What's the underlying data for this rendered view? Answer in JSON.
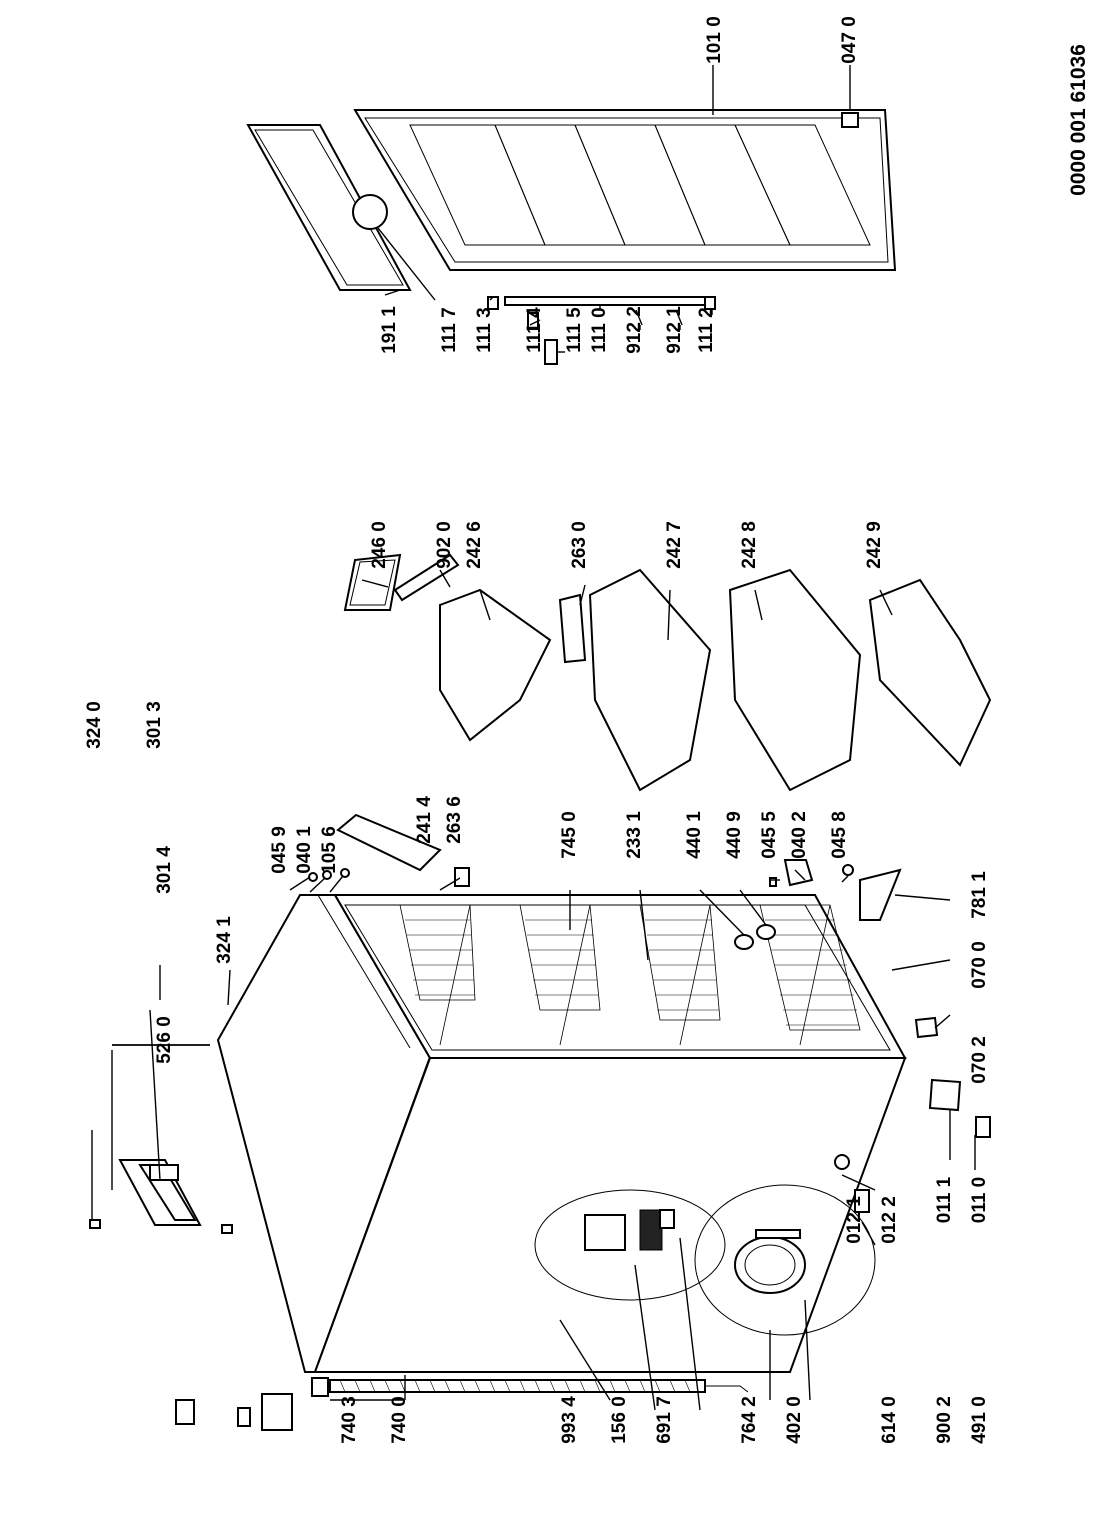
{
  "document_code": "0000 001 61036",
  "labels": {
    "p7403": "740 3",
    "p7400": "740 0",
    "p9934": "993 4",
    "p1560": "156 0",
    "p6917": "691 7",
    "p7642": "764 2",
    "p4020": "402 0",
    "p6140": "614 0",
    "p9002": "900 2",
    "p4910": "491 0",
    "p0121": "012 1",
    "p0122": "012 2",
    "p0111": "011 1",
    "p0110": "011 0",
    "p0702": "070 2",
    "p0700": "070 0",
    "p7811": "781 1",
    "p5260": "526 0",
    "p3241": "324 1",
    "p3240": "324 0",
    "p3014": "301 4",
    "p3013": "301 3",
    "p0459": "045 9",
    "p0401": "040 1",
    "p1056": "105 6",
    "p2414": "241 4",
    "p2636": "263 6",
    "p7450": "745 0",
    "p2331": "233 1",
    "p4401": "440 1",
    "p4409": "440 9",
    "p0455": "045 5",
    "p0402": "040 2",
    "p0458": "045 8",
    "p2460": "246 0",
    "p9020": "902 0",
    "p2426": "242 6",
    "p2630": "263 0",
    "p2427": "242 7",
    "p2428": "242 8",
    "p2429": "242 9",
    "p1911": "191 1",
    "p1117": "111 7",
    "p1113": "111 3",
    "p1114": "111 4",
    "p1115": "111 5",
    "p1110": "111 0",
    "p9122": "912 2",
    "p9121": "912 1",
    "p1112": "111 2",
    "p1010": "101 0",
    "p0470": "047 0"
  },
  "colors": {
    "ink": "#000000",
    "paper": "#ffffff"
  }
}
